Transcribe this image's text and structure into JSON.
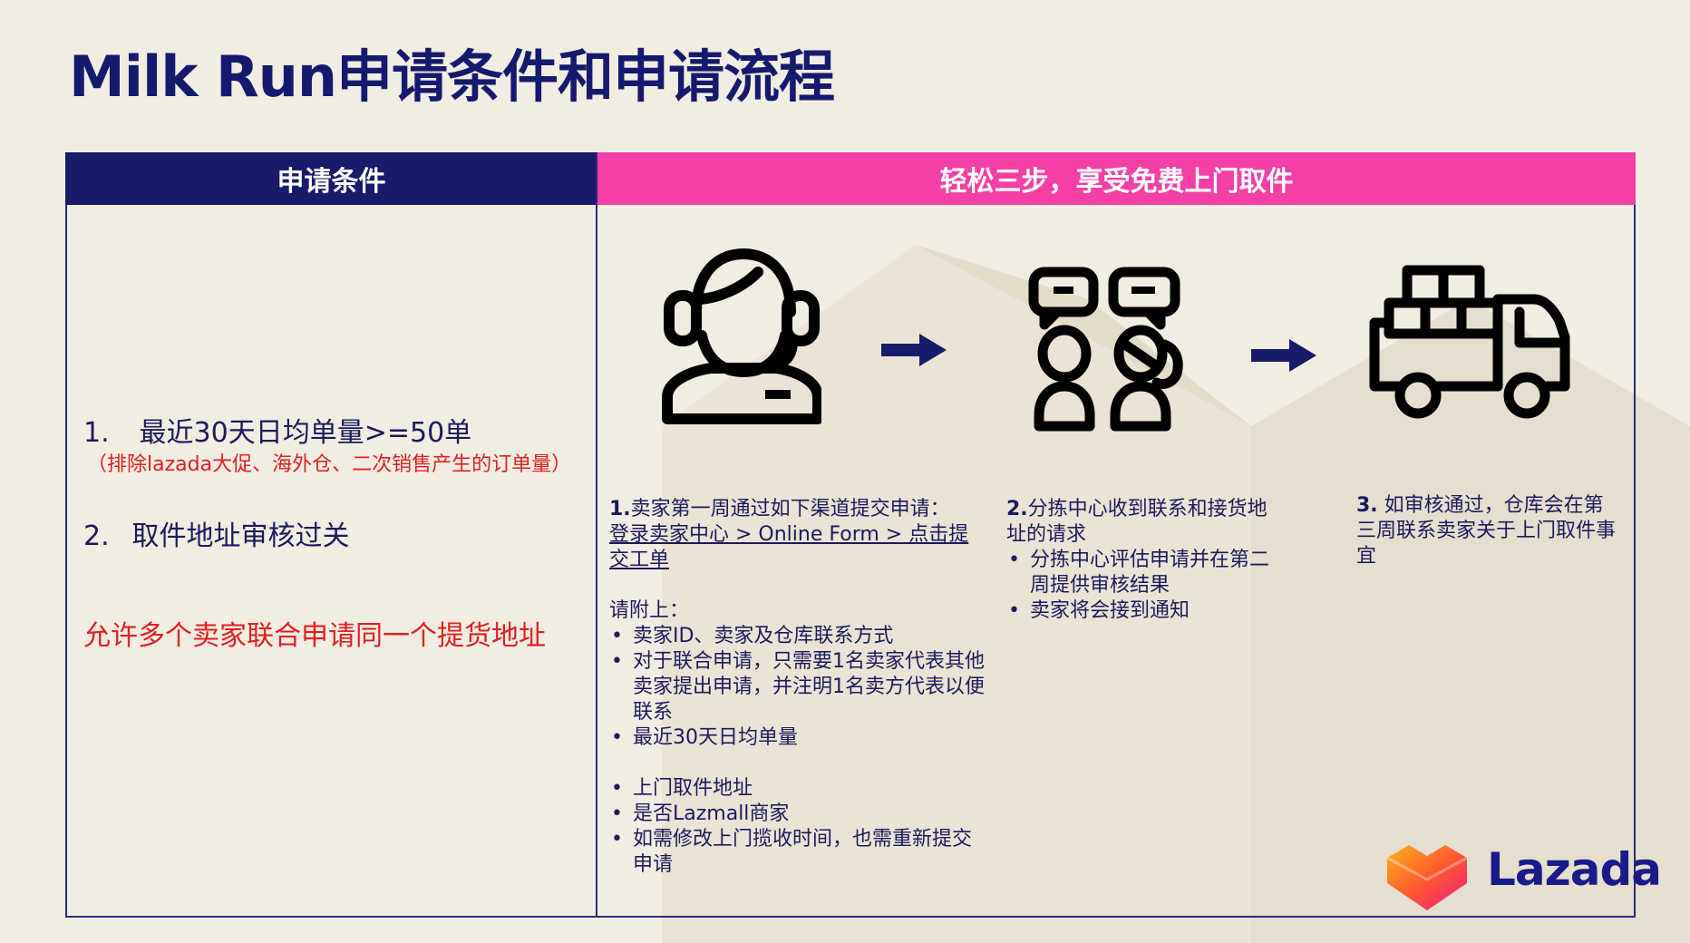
{
  "title": "Milk Run申请条件和申请流程",
  "headers": {
    "left": "申请条件",
    "right": "轻松三步，享受免费上门取件"
  },
  "conditions": {
    "item1_num": "1.",
    "item1_text": "最近30天日均单量>=50单",
    "item1_note": "（排除lazada大促、海外仓、二次销售产生的订单量）",
    "item2_num": "2.",
    "item2_text": "取件地址审核过关",
    "joint": "允许多个卖家联合申请同一个提货地址"
  },
  "steps": {
    "step1": {
      "num": "1.",
      "lead": "卖家第一周通过如下渠道提交申请：",
      "link": "登录卖家中心 > Online Form > 点击提交工单",
      "attach_label": "请附上：",
      "bullets_a": [
        "卖家ID、卖家及仓库联系方式",
        "对于联合申请，只需要1名卖家代表其他卖家提出申请，并注明1名卖方代表以便联系",
        "最近30天日均单量"
      ],
      "bullets_b": [
        "上门取件地址",
        "是否Lazmall商家",
        "如需修改上门揽收时间，也需重新提交申请"
      ]
    },
    "step2": {
      "num": "2.",
      "lead": "分拣中心收到联系和接货地址的请求",
      "bullets": [
        "分拣中心评估申请并在第二周提供审核结果",
        "卖家将会接到通知"
      ]
    },
    "step3": {
      "num": "3.",
      "lead": "如审核通过，仓库会在第三周联系卖家关于上门取件事宜"
    }
  },
  "icons": {
    "step1": "customer-service-headset-icon",
    "step2": "two-people-chat-icon",
    "step3": "delivery-truck-icon",
    "arrow": "arrow-right-icon"
  },
  "logo": {
    "text": "Lazada"
  },
  "colors": {
    "navy": "#181a6a",
    "pink": "#f43fa6",
    "red": "#e02020",
    "background": "#f2ede2"
  }
}
